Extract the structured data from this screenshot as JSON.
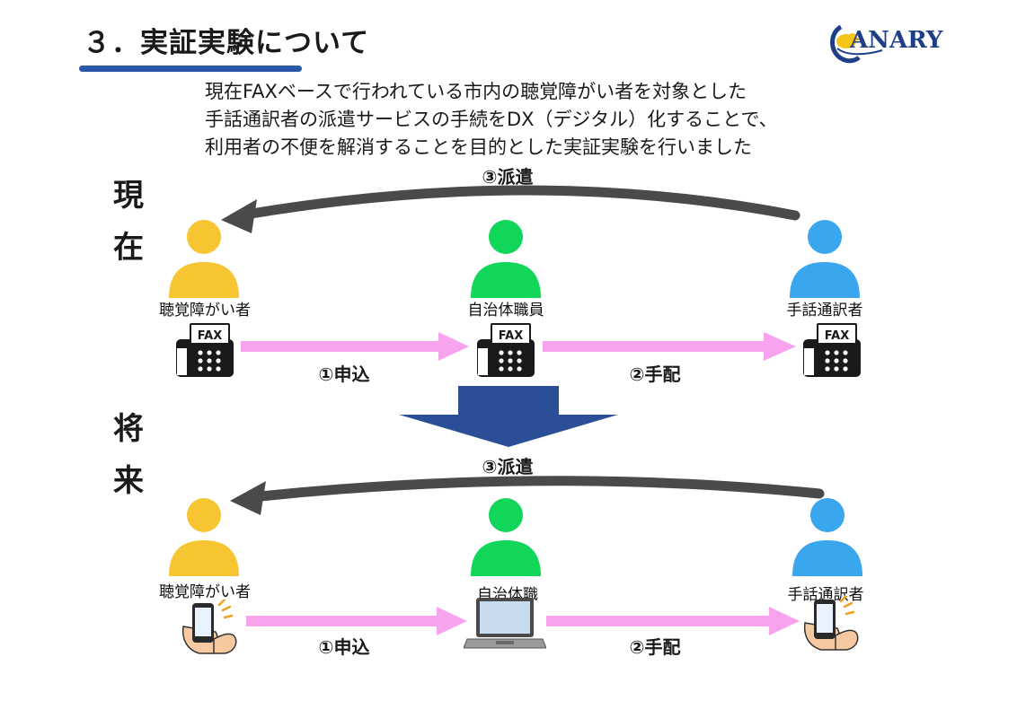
{
  "slide": {
    "title": "３．実証実験について",
    "logo_text": "ANARY",
    "intro": [
      "現在FAXベースで行われている市内の聴覚障がい者を対象とした",
      "手話通訳者の派遣サービスの手続をDX（デジタル）化することで、",
      "利用者の不便を解消することを目的とした実証実験を行いました"
    ]
  },
  "current": {
    "section_label": [
      "現",
      "在"
    ],
    "roles": [
      "聴覚障がい者",
      "自治体職員",
      "手話通訳者"
    ],
    "fax_label": "FAX",
    "steps": {
      "apply": "①申込",
      "arrange": "②手配",
      "dispatch": "③派遣"
    }
  },
  "future": {
    "section_label": [
      "将",
      "来"
    ],
    "roles": [
      "聴覚障がい者",
      "自治体職",
      "手話通訳者"
    ],
    "steps": {
      "apply": "①申込",
      "arrange": "②手配",
      "dispatch": "③派遣"
    }
  },
  "colors": {
    "accent_blue": "#2a58a8",
    "person_yellow": "#f7c531",
    "person_green": "#12d65a",
    "person_blue": "#3aa6ee",
    "arrow_pink": "#f7a3ee",
    "arrow_gray": "#4a4a4a",
    "down_arrow": "#2a4f96"
  }
}
